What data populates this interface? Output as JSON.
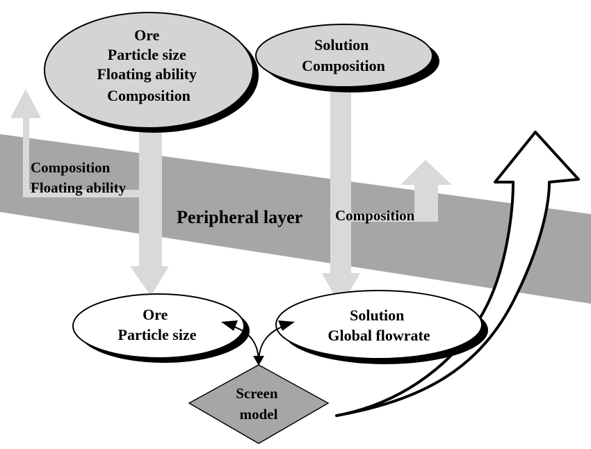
{
  "band": {
    "label": "Peripheral layer"
  },
  "ore_input": {
    "lines": [
      "Ore",
      "Particle size",
      "Floating ability",
      "Composition"
    ]
  },
  "solution_input": {
    "lines": [
      "Solution",
      "Composition"
    ]
  },
  "feedback_left": {
    "lines": [
      "Composition",
      "Floating ability"
    ]
  },
  "feedback_right": {
    "label": "Composition"
  },
  "ore_model": {
    "lines": [
      "Ore",
      "Particle size"
    ]
  },
  "solution_model": {
    "lines": [
      "Solution",
      "Global flowrate"
    ]
  },
  "screen_model": {
    "lines": [
      "Screen",
      "model"
    ]
  },
  "colors": {
    "band": "#a6a6a6",
    "ellipse_fill": "#d4d4d4",
    "arrow_fill": "#d9d9d9",
    "shadow": "#000000",
    "white": "#ffffff"
  }
}
